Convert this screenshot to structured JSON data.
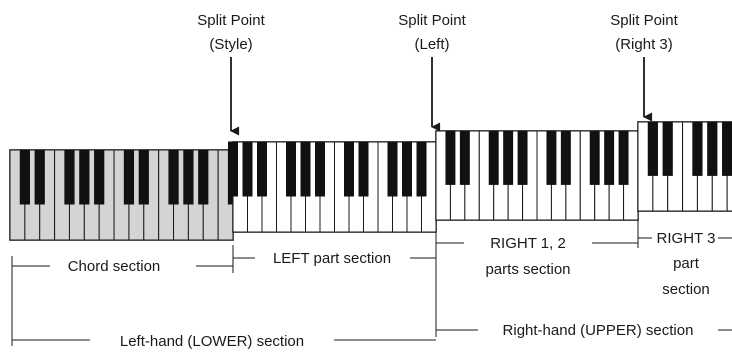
{
  "split_points": [
    {
      "line1": "Split Point",
      "line2": "(Style)"
    },
    {
      "line1": "Split Point",
      "line2": "(Left)"
    },
    {
      "line1": "Split Point",
      "line2": "(Right 3)"
    }
  ],
  "sections": {
    "chord": "Chord section",
    "left_part": "LEFT part section",
    "right12_line1": "RIGHT 1, 2",
    "right12_line2": "parts section",
    "right3_line1": "RIGHT 3",
    "right3_line2": "part",
    "right3_line3": "section",
    "lower": "Left-hand (LOWER) section",
    "upper": "Right-hand (UPPER) section"
  },
  "colors": {
    "chord_keys": "#d4d4d4",
    "white_keys": "#ffffff",
    "black_keys": "#111111",
    "lines": "#1a1a1a"
  }
}
